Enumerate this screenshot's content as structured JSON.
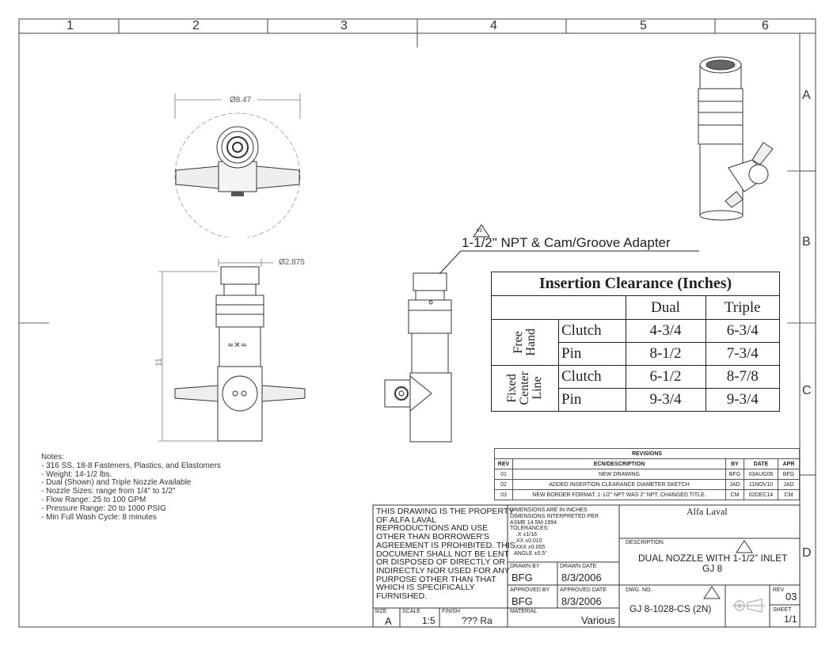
{
  "zones": {
    "columns": [
      "1",
      "2",
      "3",
      "4",
      "5",
      "6"
    ],
    "rows": [
      "A",
      "B",
      "C",
      "D"
    ]
  },
  "dimensions": {
    "top_diameter": "Ø8.47",
    "side_diameter": "Ø2.875",
    "height": "11"
  },
  "callout": {
    "label": "1-1/2\" NPT & Cam/Groove Adapter",
    "rev_tag": "03"
  },
  "insertion_table": {
    "title": "Insertion Clearance (Inches)",
    "col_dual": "Dual",
    "col_triple": "Triple",
    "group_free": [
      "Free",
      "Hand"
    ],
    "group_fixed": [
      "Fixed",
      "Center",
      "Line"
    ],
    "rows": [
      {
        "type": "Clutch",
        "dual": "4-3/4",
        "triple": "6-3/4"
      },
      {
        "type": "Pin",
        "dual": "8-1/2",
        "triple": "7-3/4"
      },
      {
        "type": "Clutch",
        "dual": "6-1/2",
        "triple": "8-7/8"
      },
      {
        "type": "Pin",
        "dual": "9-3/4",
        "triple": "9-3/4"
      }
    ]
  },
  "notes": {
    "heading": "Notes:",
    "lines": [
      "- 316 SS, 18-8 Fasteners, Plastics, and Elastomers",
      "- Weight: 14-1/2 lbs.",
      "- Dual (Shown) and Triple Nozzle Available",
      "- Nozzle Sizes: range from 1/4\" to 1/2\"",
      "- Flow Range: 25 to 100 GPM",
      "- Pressure Range: 20 to 1000 PSIG",
      "- Min Full Wash Cycle: 8 minutes"
    ]
  },
  "revisions": {
    "title": "REVISIONS",
    "headers": [
      "REV",
      "ECN/DESCRIPTION",
      "BY",
      "DATE",
      "APR"
    ],
    "rows": [
      [
        "01",
        "NEW DRAWING",
        "BFG",
        "03AUG06",
        "BFG"
      ],
      [
        "02",
        "ADDED INSERTION CLEARANCE DIAMETER SKETCH",
        "JAD",
        "11NOV10",
        "JAD"
      ],
      [
        "03",
        "NEW BORDER FORMAT. 1-1/2\" NPT WAS 2\" NPT. CHANGED TITLE.",
        "CM",
        "02DEC14",
        "CM"
      ]
    ]
  },
  "title_block": {
    "property_text": [
      "THIS DRAWING IS THE PROPERTY",
      "OF ALFA LAVAL",
      "REPRODUCTIONS AND USE",
      "OTHER THAN BORROWER'S",
      "AGREEMENT IS PROHIBITED. THIS",
      "DOCUMENT SHALL NOT BE LENT",
      "OR DISPOSED OF DIRECTLY OR",
      "INDIRECTLY NOR USED FOR ANY",
      "PURPOSE OTHER THAN THAT",
      "WHICH IS SPECIFICALLY",
      "FURNISHED."
    ],
    "dim_text": [
      "DIMENSIONS ARE IN INCHES",
      "DIMENSIONS INTERPRETED PER",
      "ASME 14.5M-1994",
      "TOLERANCES:",
      ".X ±1/16",
      ".XX ±0.010",
      ".XXX ±0.005",
      "ANGLE ±0.5°"
    ],
    "company": "Alfa Laval",
    "description_label": "DESCRIPTION",
    "description": [
      "DUAL NOZZLE WITH 1-1/2\" INLET",
      "GJ 8"
    ],
    "drawn_by_label": "DRAWN BY",
    "drawn_by": "BFG",
    "drawn_date_label": "DRAWN DATE",
    "drawn_date": "8/3/2006",
    "approved_by_label": "APPROVED BY",
    "approved_by": "BFG",
    "approved_date_label": "APPROVED DATE",
    "approved_date": "8/3/2006",
    "dwg_no_label": "DWG. NO.",
    "dwg_no": "GJ 8-1028-CS (2N)",
    "rev_label": "REV",
    "rev": "03",
    "sheet_label": "SHEET",
    "sheet": "1/1",
    "size_label": "SIZE",
    "size": "A",
    "scale_label": "SCALE",
    "scale": "1:5",
    "finish_label": "FINISH",
    "finish": "??? Ra",
    "material_label": "MATERIAL",
    "material": "Various"
  }
}
